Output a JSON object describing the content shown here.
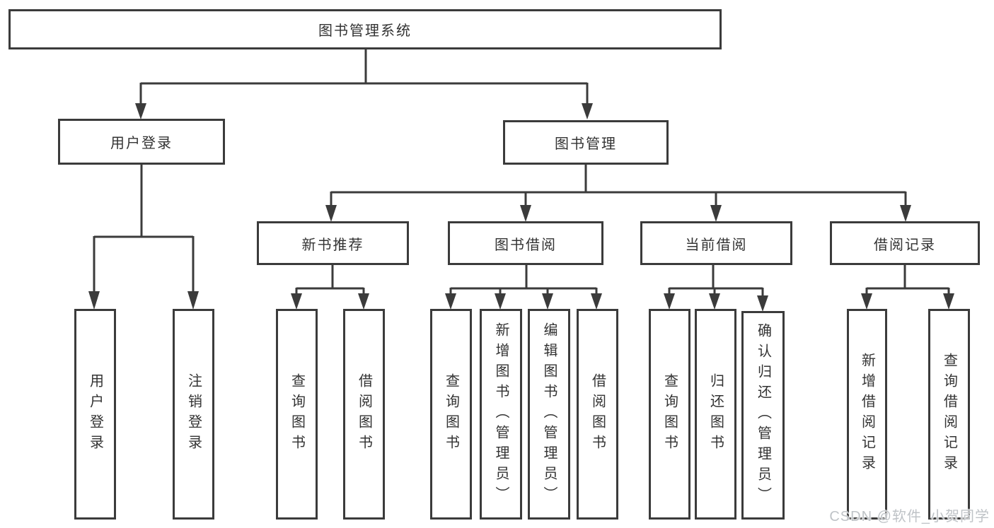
{
  "tree": {
    "label": "图书管理系统",
    "children": [
      {
        "label": "用户登录",
        "children": [
          {
            "label": "用户登录"
          },
          {
            "label": "注销登录"
          }
        ]
      },
      {
        "label": "图书管理",
        "children": [
          {
            "label": "新书推荐",
            "children": [
              {
                "label": "查询图书"
              },
              {
                "label": "借阅图书"
              }
            ]
          },
          {
            "label": "图书借阅",
            "children": [
              {
                "label": "查询图书"
              },
              {
                "label": "新增图书（管理员）"
              },
              {
                "label": "编辑图书（管理员）"
              },
              {
                "label": "借阅图书"
              }
            ]
          },
          {
            "label": "当前借阅",
            "children": [
              {
                "label": "查询图书"
              },
              {
                "label": "归还图书"
              },
              {
                "label": "确认归还（管理员）"
              }
            ]
          },
          {
            "label": "借阅记录",
            "children": [
              {
                "label": "新增借阅记录"
              },
              {
                "label": "查询借阅记录"
              }
            ]
          }
        ]
      }
    ]
  },
  "watermark": {
    "text": "CSDN @软件_小贺同学"
  },
  "colors": {
    "line": "#3b3b3b",
    "text": "#333333",
    "background": "#ffffff",
    "watermark": "#bfc3c7"
  }
}
